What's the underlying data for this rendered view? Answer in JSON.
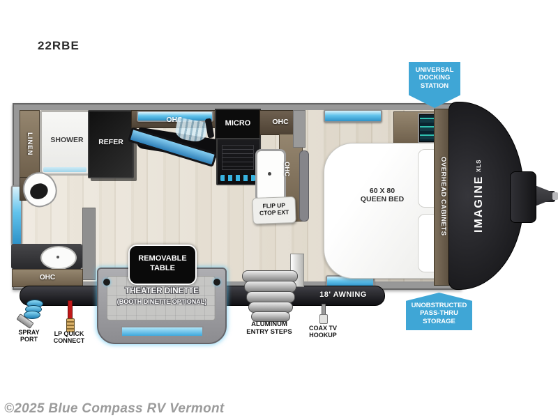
{
  "model": "22RBE",
  "watermark": "©2025 Blue Compass RV Vermont",
  "logo": {
    "main": "IMAGINE",
    "sub": "XLS"
  },
  "callouts": {
    "docking": [
      "UNIVERSAL",
      "DOCKING",
      "STATION"
    ],
    "storage": [
      "UNOBSTRUCTED",
      "PASS-THRU",
      "STORAGE"
    ]
  },
  "labels": {
    "linen": "LINEN",
    "shower": "SHOWER",
    "refer": "REFER",
    "ohc": "OHC",
    "micro": "MICRO",
    "overhead": "OVERHEAD CABINETS",
    "bed": [
      "60 x 80",
      "QUEEN BED"
    ],
    "flip": [
      "FLIP UP",
      "CTOP EXT"
    ],
    "table": [
      "REMOVABLE",
      "TABLE"
    ],
    "dinette": [
      "THEATER DINETTE",
      "(BOOTH DINETTE OPTIONAL)"
    ],
    "awning": "18' AWNING",
    "steps": [
      "ALUMINUM",
      "ENTRY STEPS"
    ],
    "coax": [
      "COAX TV",
      "HOOKUP"
    ],
    "spray": [
      "SPRAY",
      "PORT"
    ],
    "lp": [
      "LP QUICK",
      "CONNECT"
    ]
  },
  "colors": {
    "callout_blue": "#3fa6d6",
    "accent_blue": "#45b6e8",
    "window_blue": "#5ec1ec",
    "body_gray": "#989898",
    "frame_dark": "#1d1d20",
    "wood": "#8a7b67",
    "floor": "#e8e1d4",
    "watermark_gray": "#9b9b9b"
  }
}
